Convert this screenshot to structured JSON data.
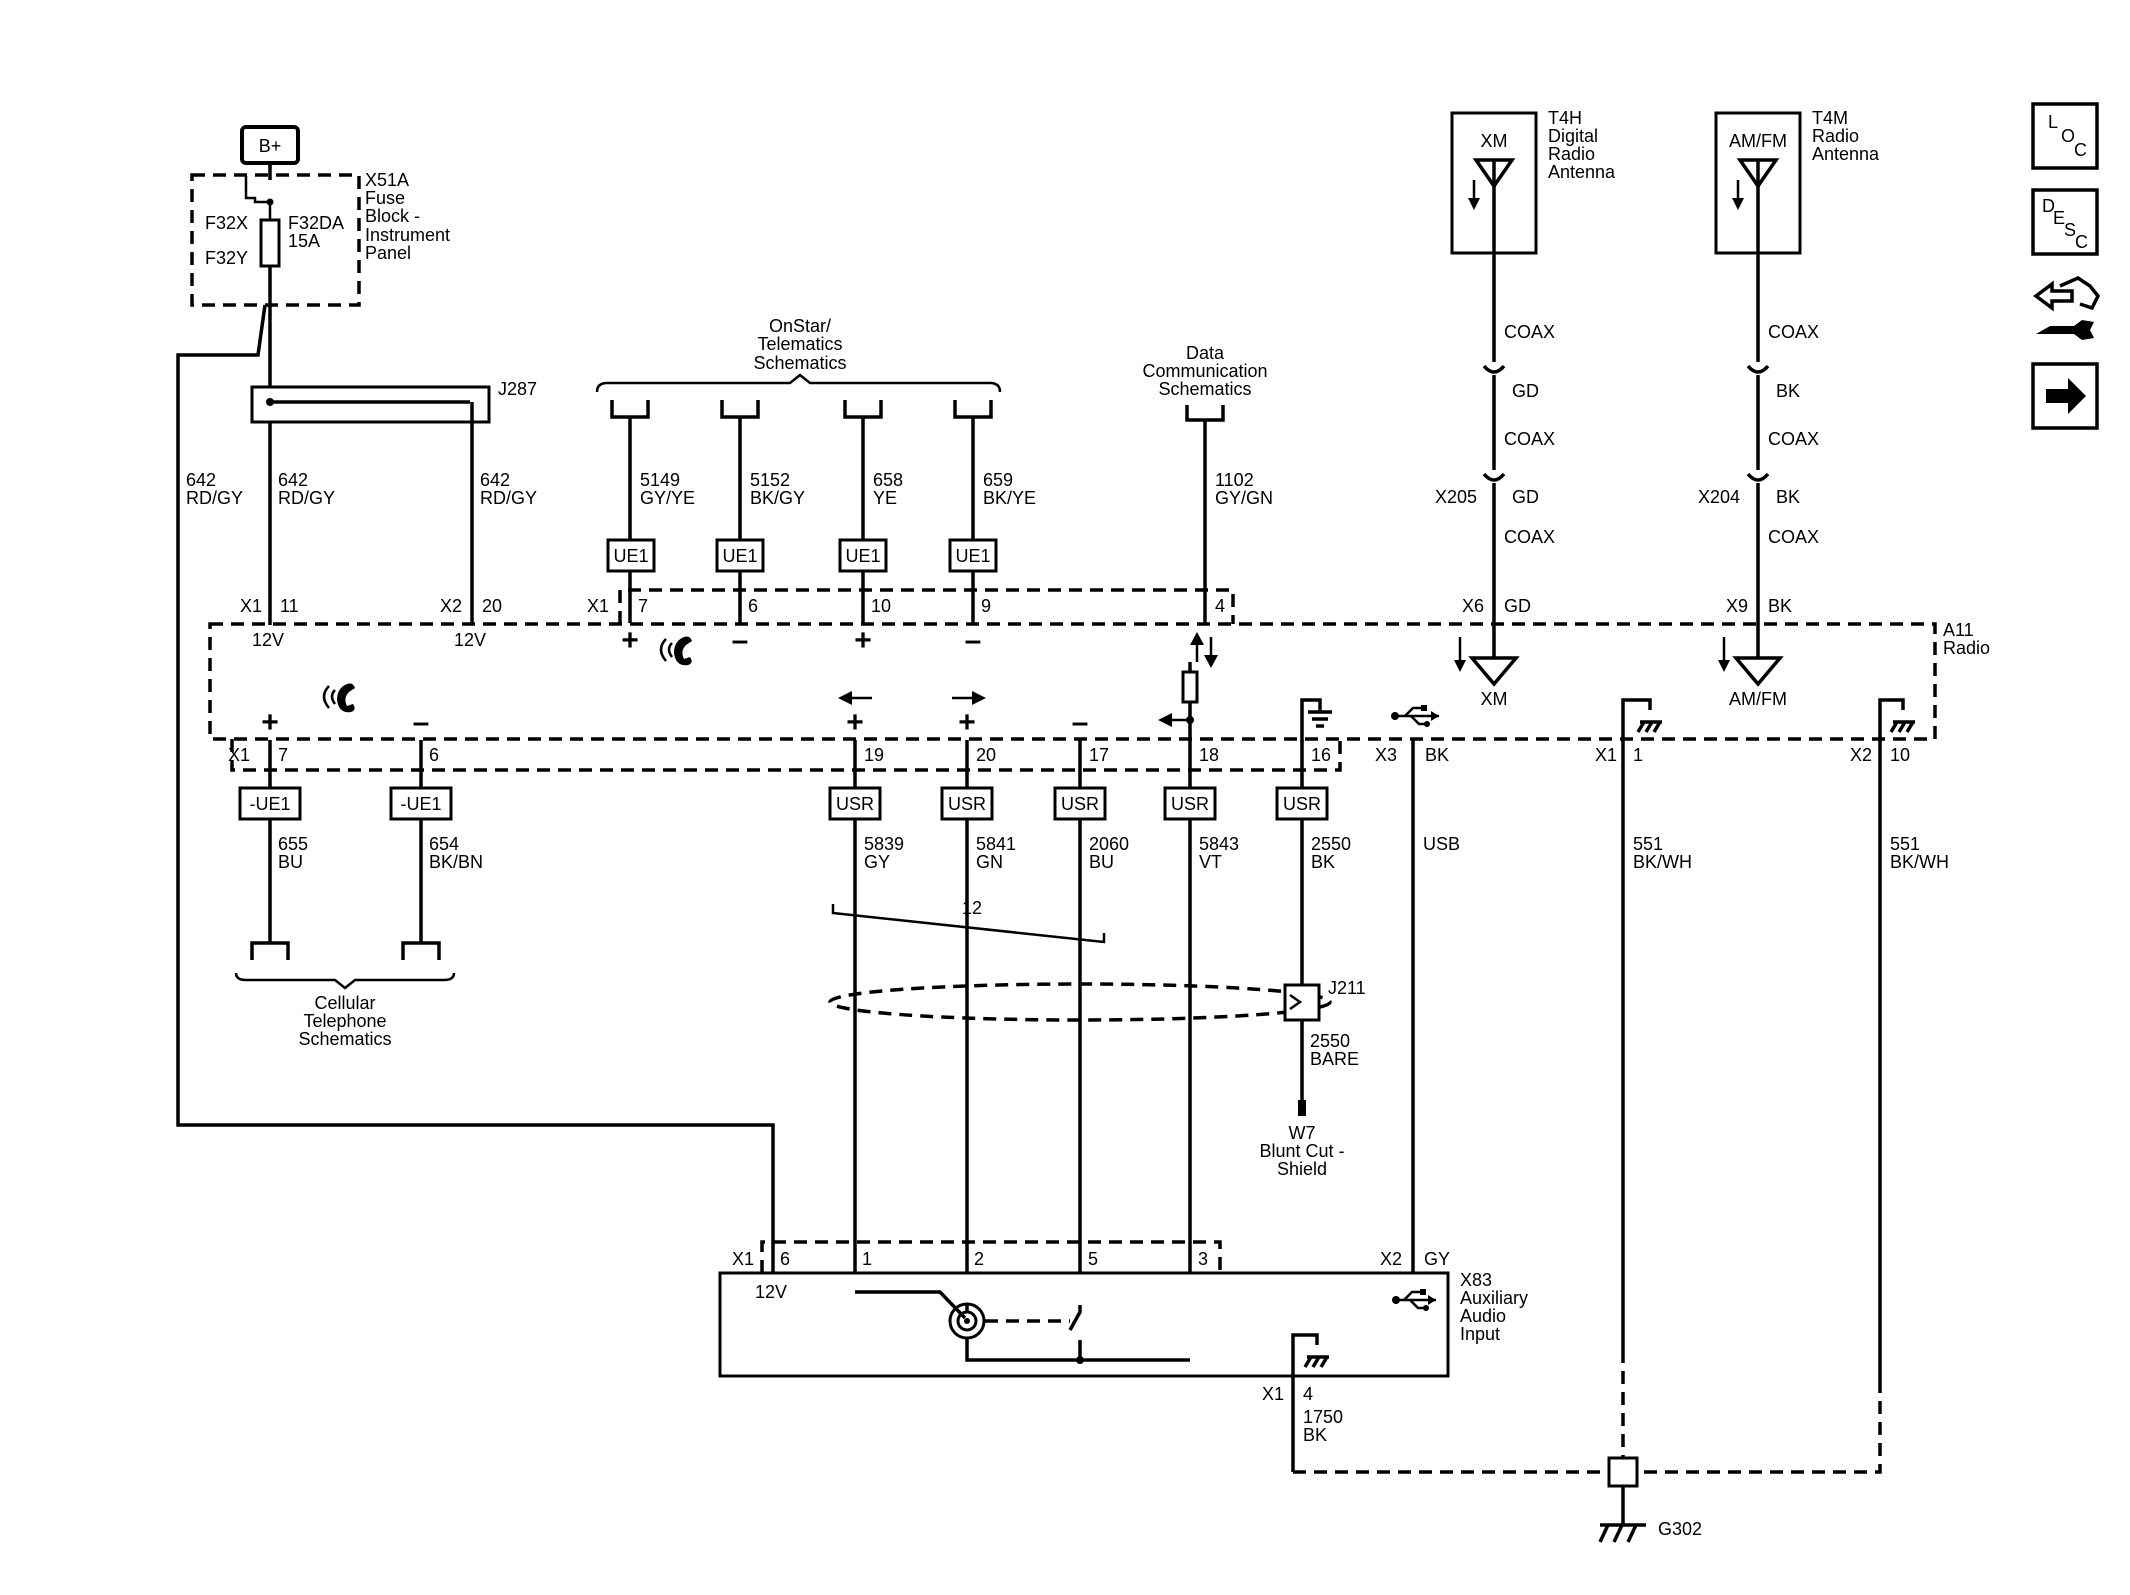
{
  "power": {
    "bplus": "B+"
  },
  "fuse_block": {
    "id": "X51A",
    "name": [
      "Fuse",
      "Block -",
      "Instrument",
      "Panel"
    ],
    "f32x": "F32X",
    "f32y": "F32Y",
    "fuse": "F32DA",
    "rating": "15A"
  },
  "j287": "J287",
  "wires_642": [
    {
      "num": "642",
      "color": "RD/GY"
    },
    {
      "num": "642",
      "color": "RD/GY"
    },
    {
      "num": "642",
      "color": "RD/GY"
    }
  ],
  "onstar": {
    "title": [
      "OnStar/",
      "Telematics",
      "Schematics"
    ]
  },
  "onstar_wires": [
    {
      "num": "5149",
      "color": "GY/YE",
      "pin": "7",
      "sign": "+"
    },
    {
      "num": "5152",
      "color": "BK/GY",
      "pin": "6",
      "sign": "–"
    },
    {
      "num": "658",
      "color": "YE",
      "pin": "10",
      "sign": "+"
    },
    {
      "num": "659",
      "color": "BK/YE",
      "pin": "9",
      "sign": "–"
    }
  ],
  "ue1": "UE1",
  "neg_ue1": "-UE1",
  "usr": "USR",
  "datacomm": {
    "title": [
      "Data",
      "Communication",
      "Schematics"
    ],
    "num": "1102",
    "color": "GY/GN",
    "pin": "4"
  },
  "xm": {
    "box": "XM",
    "id": "T4H",
    "name": [
      "Digital",
      "Radio",
      "Antenna"
    ],
    "coax": "COAX",
    "gd": "GD",
    "x205": "X205",
    "x6": "X6",
    "ant": "XM"
  },
  "amfm": {
    "box": "AM/FM",
    "id": "T4M",
    "name": [
      "Radio",
      "Antenna"
    ],
    "coax": "COAX",
    "bk": "BK",
    "x204": "X204",
    "x9": "X9",
    "ant": "AM/FM"
  },
  "radio": {
    "id": "A11",
    "name": "Radio"
  },
  "connectors": {
    "x1": "X1",
    "x2": "X2",
    "x3": "X3",
    "pin11": "11",
    "pin20": "20",
    "v12": "12V",
    "pin1": "1",
    "pin10": "10"
  },
  "cell_wires": [
    {
      "num": "655",
      "color": "BU",
      "pin": "7",
      "sign": "+"
    },
    {
      "num": "654",
      "color": "BK/BN",
      "pin": "6",
      "sign": "–"
    }
  ],
  "cellular": {
    "title": [
      "Cellular",
      "Telephone",
      "Schematics"
    ]
  },
  "usr_wires": [
    {
      "num": "5839",
      "color": "GY",
      "pin": "19",
      "sign": "+"
    },
    {
      "num": "5841",
      "color": "GN",
      "pin": "20",
      "sign": "+"
    },
    {
      "num": "2060",
      "color": "BU",
      "pin": "17",
      "sign": "–"
    },
    {
      "num": "5843",
      "color": "VT",
      "pin": "18",
      "sign": ""
    },
    {
      "num": "2550",
      "color": "BK",
      "pin": "16",
      "sign": ""
    }
  ],
  "usb": {
    "bk": "BK",
    "label": "USB"
  },
  "ground_wires": [
    {
      "num": "551",
      "color": "BK/WH"
    },
    {
      "num": "551",
      "color": "BK/WH"
    }
  ],
  "twist": "12",
  "j211": "J211",
  "shield": {
    "num": "2550",
    "color": "BARE"
  },
  "w7": {
    "id": "W7",
    "name": [
      "Blunt Cut -",
      "Shield"
    ]
  },
  "aux": {
    "id": "X83",
    "name": [
      "Auxiliary",
      "Audio",
      "Input"
    ],
    "x1": "X1",
    "x2": "X2",
    "gy": "GY",
    "pins": [
      "6",
      "1",
      "2",
      "5",
      "3"
    ],
    "v12": "12V",
    "gnd_pin": "4",
    "gnd_num": "1750",
    "gnd_color": "BK"
  },
  "g302": "G302",
  "side_icons": {
    "loc": [
      "L",
      "O",
      "C"
    ],
    "desc": [
      "D",
      "E",
      "S",
      "C"
    ],
    "connector_icon": "connector-repair-icon",
    "next_icon": "right-arrow-icon"
  }
}
